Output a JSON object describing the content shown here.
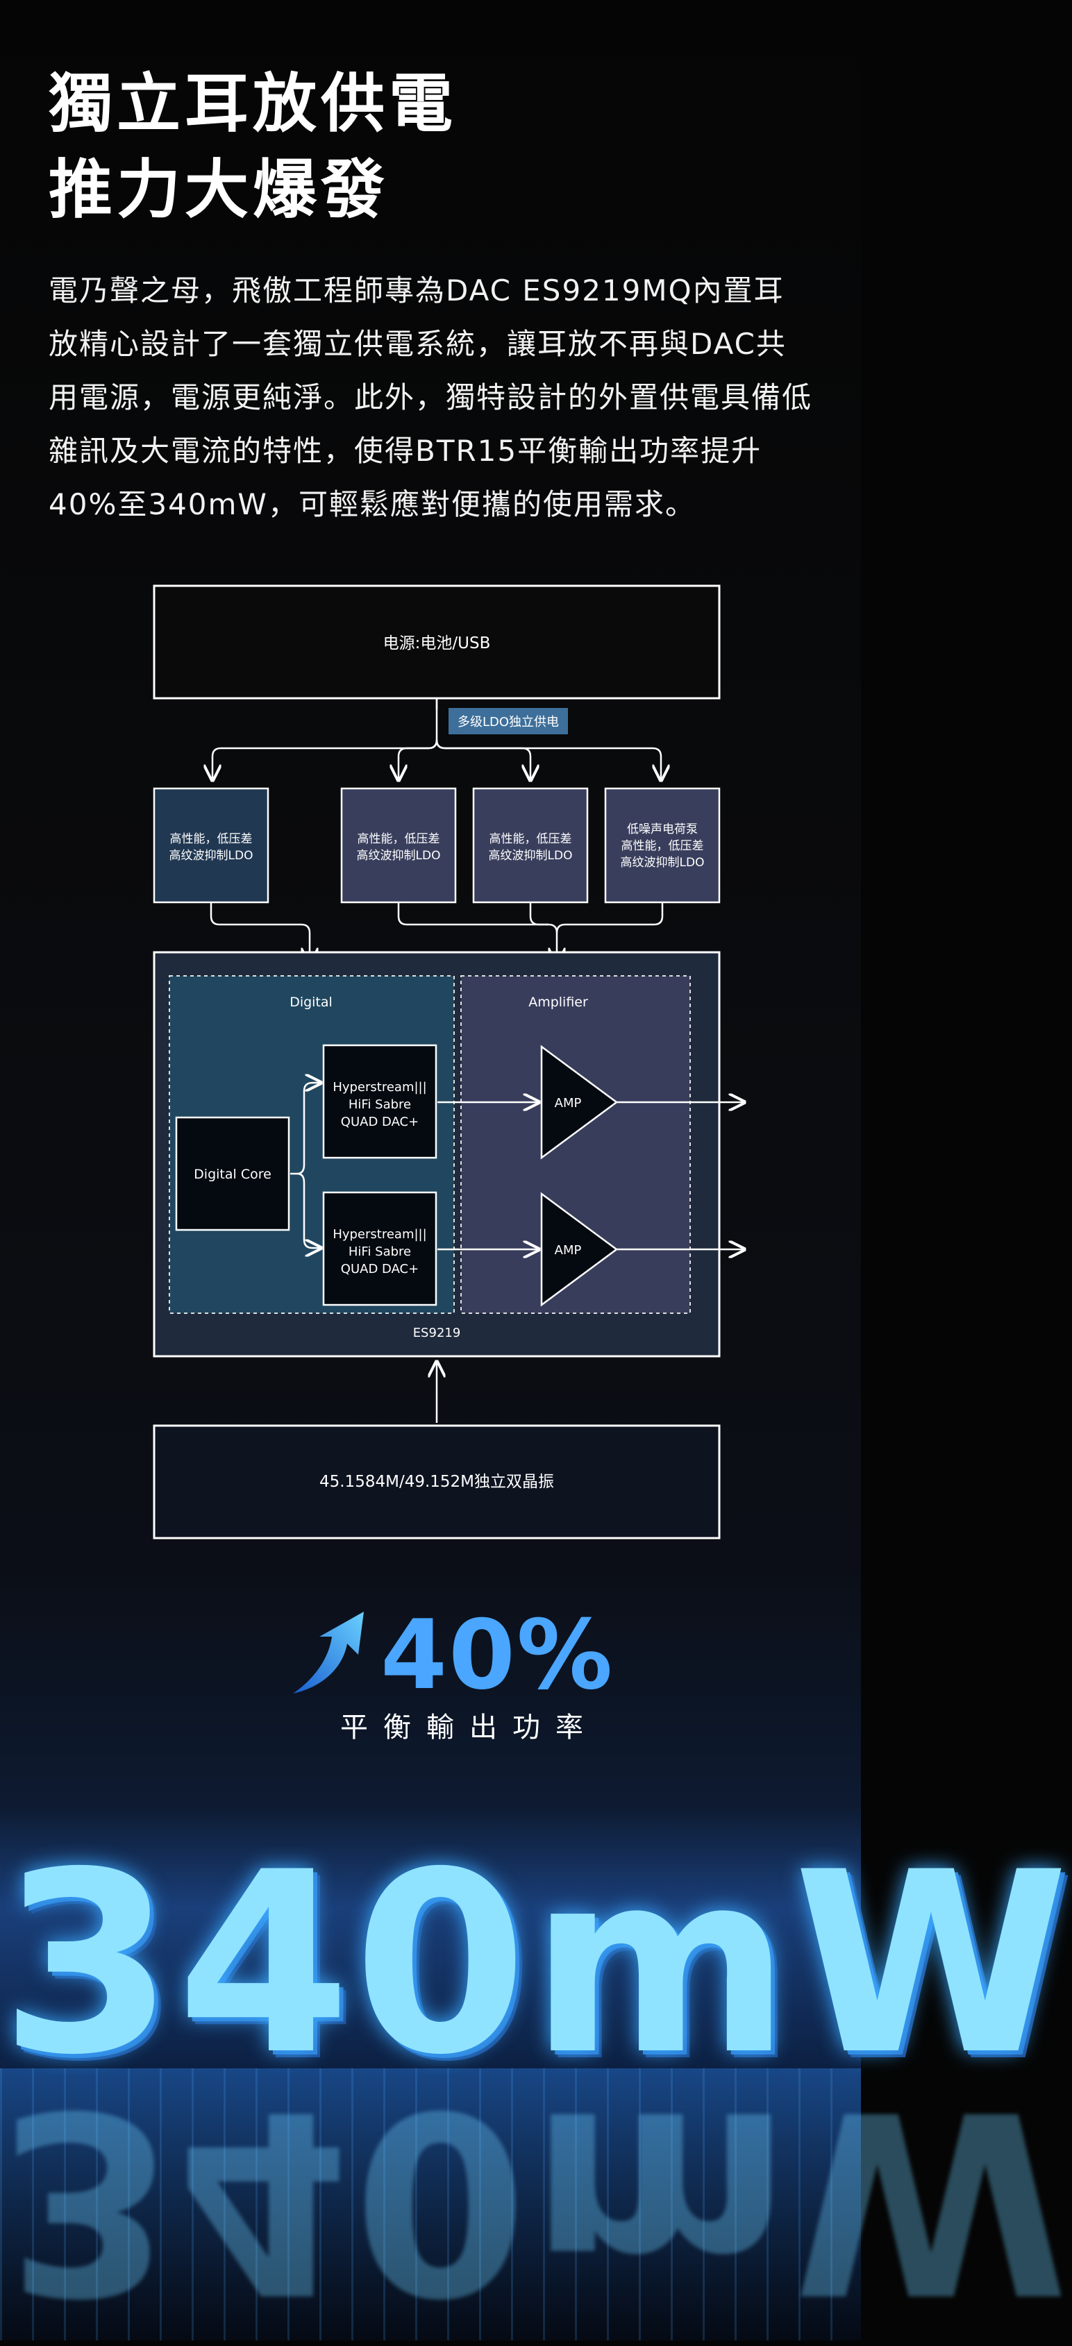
{
  "headline": {
    "line1": "獨立耳放供電",
    "line2": "推力大爆發"
  },
  "body": "電乃聲之母，飛傲工程師專為DAC ES9219MQ內置耳放精心設計了一套獨立供電系統，讓耳放不再與DAC共用電源，電源更純淨。此外，獨特設計的外置供電具備低雜訊及大電流的特性，使得BTR15平衡輸出功率提升40%至340mW，可輕鬆應對便攜的使用需求。",
  "diagram": {
    "power_source": "电源:电池/USB",
    "ldo_badge": "多级LDO独立供电",
    "ldo_line1": "高性能，低压差",
    "ldo_line2": "高纹波抑制LDO",
    "ldo4_line0": "低噪声电荷泵",
    "digital_label": "Digital",
    "amplifier_label": "Amplifier",
    "digital_core": "Digital Core",
    "dac_line1": "Hyperstream|||",
    "dac_line2": "HiFi Sabre",
    "dac_line3": "QUAD DAC+",
    "amp": "AMP",
    "chip": "ES9219",
    "crystal": "45.1584M/49.152M独立双晶振"
  },
  "stat": {
    "value": "40%",
    "label": "平衡輸出功率",
    "power": "340mW"
  },
  "colors": {
    "accent": "#4aa6ff",
    "badge": "#3d6f9a",
    "ldo_dark": "#213852",
    "ldo_purple": "#393e5c",
    "glow": "#8fe3ff"
  }
}
